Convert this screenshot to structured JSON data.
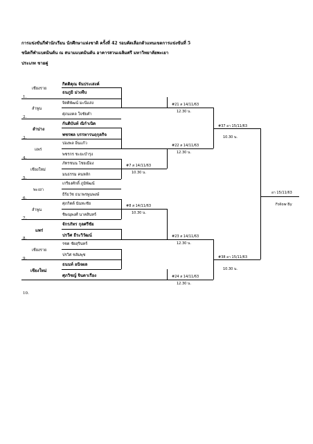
{
  "header": {
    "line1": "การแข่งขันกีฬานักเรียน นักศึกษาแห่งชาติ ครั้งที่ 42 รอบคัดเลือกตัวแทนเขตการแข่งขันที่ 5",
    "line2": "ชนิดกีฬาแบดมินตัน ณ สนามแบดมินตัน อาคารสวนเฉลิมศรี มหาวิทยาลัยพะเยา",
    "line3": "ประเภท ชายคู่"
  },
  "entries": [
    {
      "no": "1.",
      "team": "เชียงราย",
      "p1": "กิตติคุณ จันประเสงค์",
      "p2": "ธนภูมิ ม่วงจีบ"
    },
    {
      "no": "2.",
      "team": "ลำพูน",
      "p1": "จิตติพัฒน์ มะนีแสง",
      "p2": "ศุภมงคล ใจชัยคำ"
    },
    {
      "no": "3.",
      "team": "ลำปาง",
      "p1": "กันติบันท์ ณิกำเนิด",
      "p2": "พชรพล บรรหารนฤกุลกิจ"
    },
    {
      "no": "4.",
      "team": "แพร่",
      "p1": "ปองพล อิ่นแก้ว",
      "p2": "พชรกร ชะยะบำรุง"
    },
    {
      "no": "5.",
      "team": "เชียงใหม่",
      "p1": "ภัทรชนน โชยเมือง",
      "p2": "มนธรรม คนหลัก"
    },
    {
      "no": "6.",
      "team": "พะเยา",
      "p1": "เกรียงศักดิ์ ภูมิพัฒน์",
      "p2": "ธีร์ธวัช ธนาพรพูนพงษ์"
    },
    {
      "no": "7.",
      "team": "ลำพูน",
      "p1": "ศุภกิตต์ นันทะชัย",
      "p2": "ชิษณุพงศ์ นาคสินทร์"
    },
    {
      "no": "8.",
      "team": "แพร่",
      "p1": "จักรภัทร กุลศรีชัย",
      "p2": "ปรวีศ ธีระวิวัฒน์"
    },
    {
      "no": "9.",
      "team": "เชียงราย",
      "p1": "รชต ชัยสุรินทร์",
      "p2": "ปรวิศ ชลัมพุช"
    },
    {
      "no": "10.",
      "team": "เชียงใหม่",
      "p1": "ธนนท์ อนิจผล",
      "p2": "ศุภวิชญ์ จินดาเรือง"
    }
  ],
  "matches": {
    "m7": {
      "code": "#7 ส 14/11/63",
      "time": "10.30 น."
    },
    "m8": {
      "code": "#8 ส 14/11/63",
      "time": "10.30 น."
    },
    "m21": {
      "code": "#21 ส 14/11/63",
      "time": "12.30 น."
    },
    "m22": {
      "code": "#22 ส 14/11/63",
      "time": "12.30 น."
    },
    "m23": {
      "code": "#23 ส 14/11/63",
      "time": "12.30 น."
    },
    "m24": {
      "code": "#24 ส 14/11/63",
      "time": "12.30 น."
    },
    "m37": {
      "code": "#37 อา 15/11/63",
      "time": "10.30 น."
    },
    "m38": {
      "code": "#38 อา 15/11/63",
      "time": "10.30 น."
    },
    "final": {
      "code": "อา 15/11/63",
      "time": "Follow By"
    }
  }
}
